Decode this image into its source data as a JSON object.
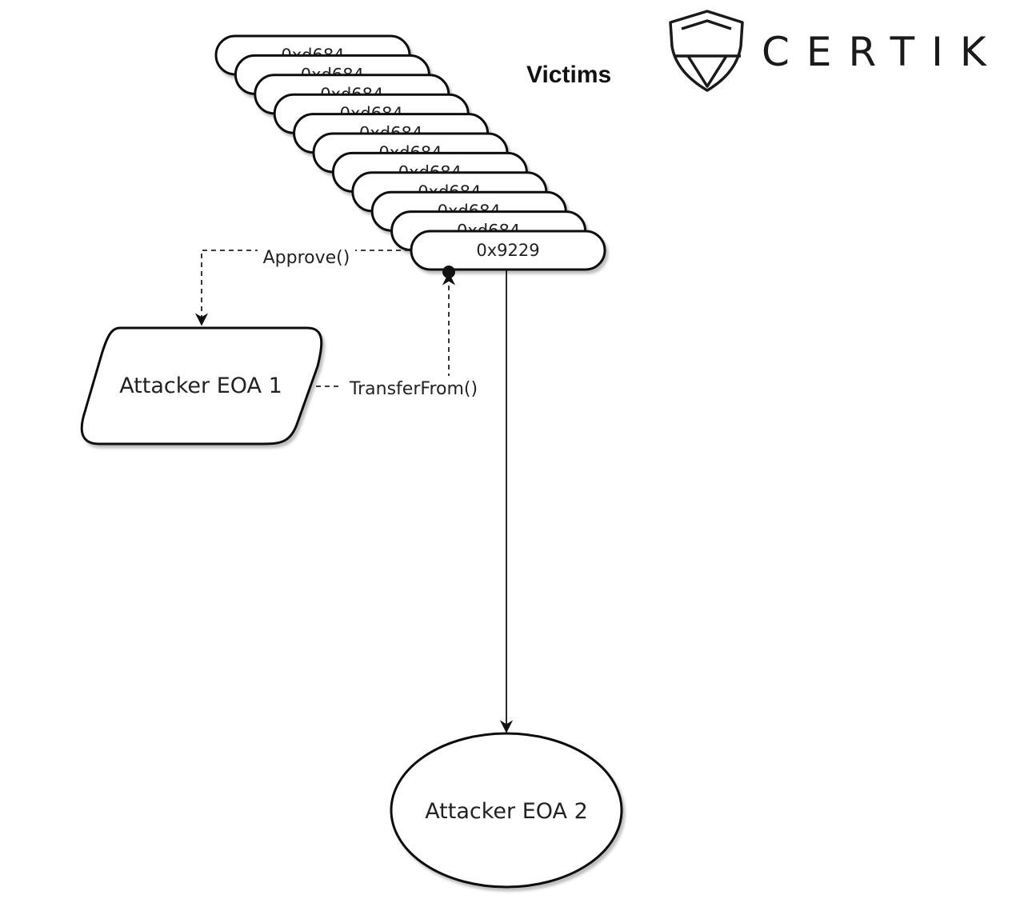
{
  "brand": {
    "logo_icon": "certik-shield-icon",
    "name": "CERTIK"
  },
  "diagram": {
    "victims_label": "Victims",
    "victims": [
      {
        "label": "0xd684"
      },
      {
        "label": "0xd684"
      },
      {
        "label": "0xd684"
      },
      {
        "label": "0xd684"
      },
      {
        "label": "0xd684"
      },
      {
        "label": "0xd684"
      },
      {
        "label": "0xd684"
      },
      {
        "label": "0xd684"
      },
      {
        "label": "0xd684"
      },
      {
        "label": "0xd684"
      },
      {
        "label": "0x9229"
      }
    ],
    "attacker1": {
      "label": "Attacker EOA 1"
    },
    "attacker2": {
      "label": "Attacker EOA 2"
    },
    "edges": {
      "approve": "Approve()",
      "transfer_from": "TransferFrom()"
    }
  }
}
